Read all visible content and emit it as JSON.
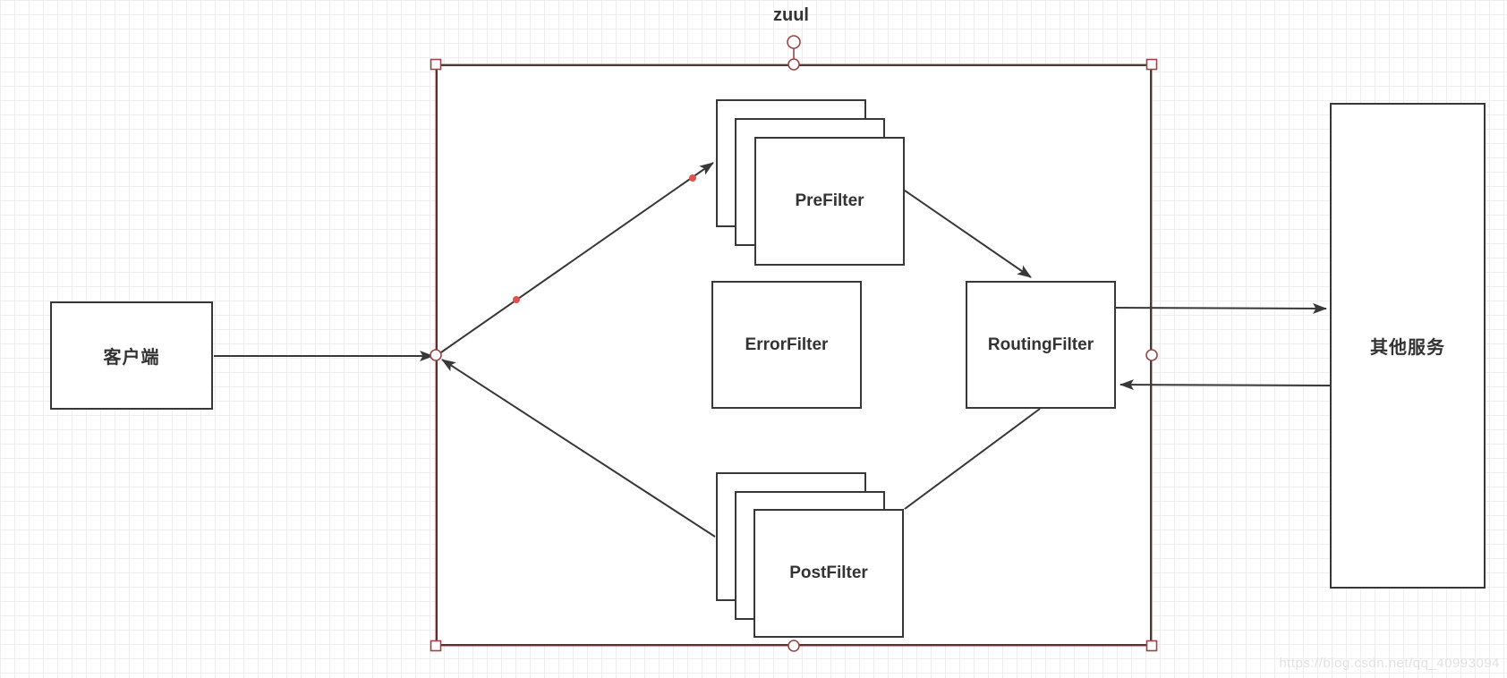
{
  "diagram": {
    "title": "zuul",
    "nodes": {
      "client": "客户端",
      "preFilter": "PreFilter",
      "errorFilter": "ErrorFilter",
      "routingFilter": "RoutingFilter",
      "postFilter": "PostFilter",
      "otherServices": "其他服务"
    },
    "watermark": "https://blog.csdn.net/qq_40993094",
    "colors": {
      "node_border": "#383838",
      "edge": "#383838",
      "selection": "#9a4646",
      "selection_overlay": "#b85450",
      "waypoint_dot": "#e0524e",
      "grid_line": "#eeeeee",
      "text": "#333333",
      "watermark_text": "#e2e2e2"
    }
  }
}
